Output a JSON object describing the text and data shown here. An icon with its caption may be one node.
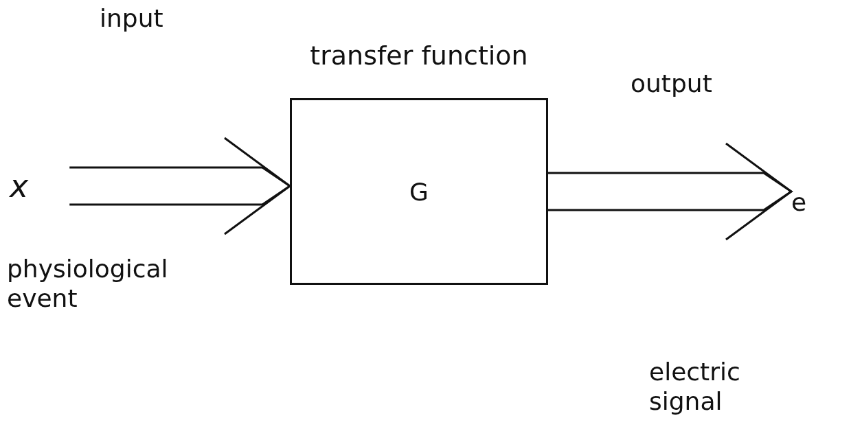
{
  "diagram": {
    "nodes": [
      {
        "text": [
          "x"
        ]
      },
      {
        "text": [
          "transfer function",
          "G"
        ]
      },
      {
        "text": [
          "e"
        ]
      }
    ],
    "edges": [
      {
        "from": 0,
        "to": 1,
        "arrow": "to"
      },
      {
        "from": 1,
        "to": 2,
        "arrow": "to"
      }
    ],
    "labels": [
      "input",
      "output",
      "physiological event",
      "electric signal"
    ]
  }
}
